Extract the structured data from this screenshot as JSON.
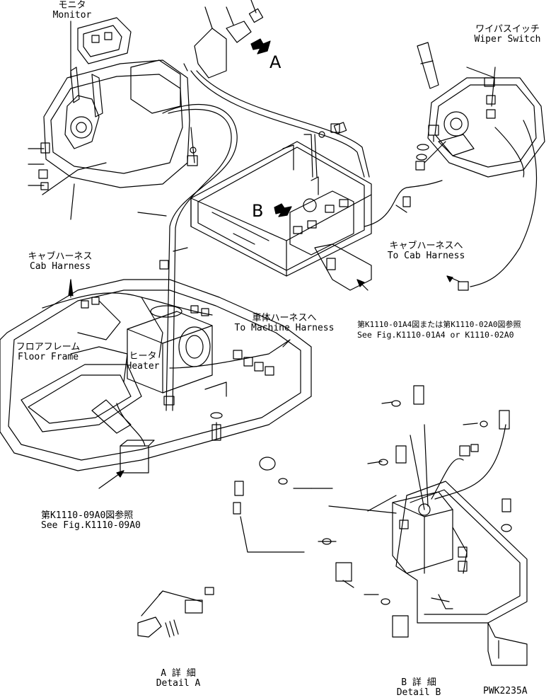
{
  "labels": {
    "monitor_jp": "モニタ",
    "monitor_en": "Monitor",
    "wiper_jp": "ワイパスイッチ",
    "wiper_en": "Wiper Switch",
    "view_a": "A",
    "view_b": "B",
    "cab_harness_right_jp": "キャブハーネスへ",
    "cab_harness_right_en": "To Cab Harness",
    "ref_k1110_01a4_jp": "第K1110-01A4図または第K1110-02A0図参照",
    "ref_k1110_01a4_en": "See Fig.K1110-01A4 or K1110-02A0",
    "cab_harness_left_jp": "キャブハーネス",
    "cab_harness_left_en": "Cab Harness",
    "machine_harness_jp": "車体ハーネスへ",
    "machine_harness_en": "To Machine Harness",
    "floor_frame_jp": "フロアフレーム",
    "floor_frame_en": "Floor Frame",
    "heater_jp": "ヒータ",
    "heater_en": "Heater",
    "ref_k1110_09a0_jp": "第K1110-09A0図参照",
    "ref_k1110_09a0_en": "See Fig.K1110-09A0",
    "detail_a_jp": "A 詳 細",
    "detail_a_en": "Detail A",
    "detail_b_jp": "B 詳 細",
    "detail_b_en": "Detail B",
    "part_code": "PWK2235A"
  },
  "colors": {
    "ink": "#000000",
    "paper": "#ffffff"
  }
}
